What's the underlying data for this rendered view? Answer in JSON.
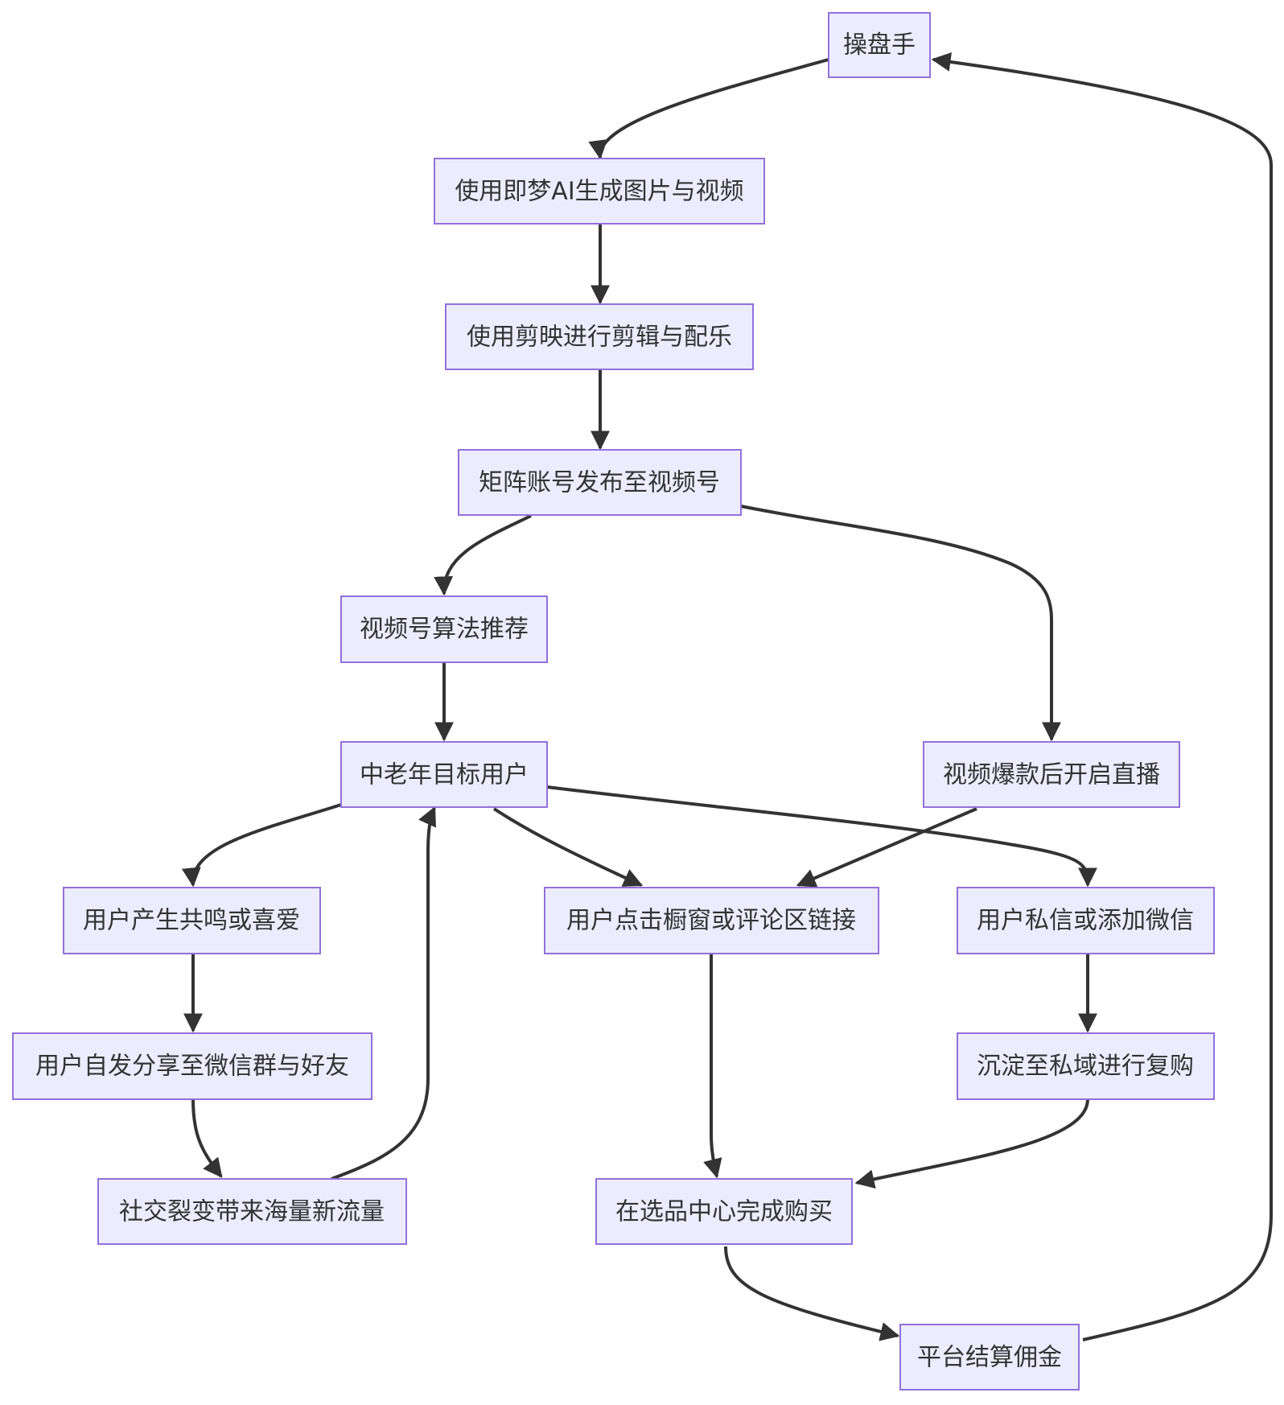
{
  "nodes": {
    "operator": "操盘手",
    "ai_generate": "使用即梦AI生成图片与视频",
    "edit_music": "使用剪映进行剪辑与配乐",
    "publish": "矩阵账号发布至视频号",
    "algorithm": "视频号算法推荐",
    "target_users": "中老年目标用户",
    "live_stream": "视频爆款后开启直播",
    "resonance": "用户产生共鸣或喜爱",
    "click_link": "用户点击橱窗或评论区链接",
    "private_msg": "用户私信或添加微信",
    "share": "用户自发分享至微信群与好友",
    "private_domain": "沉淀至私域进行复购",
    "viral_traffic": "社交裂变带来海量新流量",
    "purchase": "在选品中心完成购买",
    "commission": "平台结算佣金"
  },
  "colors": {
    "node_fill": "#ececff",
    "node_border": "#9370db",
    "edge": "#333333",
    "text": "#333333"
  }
}
